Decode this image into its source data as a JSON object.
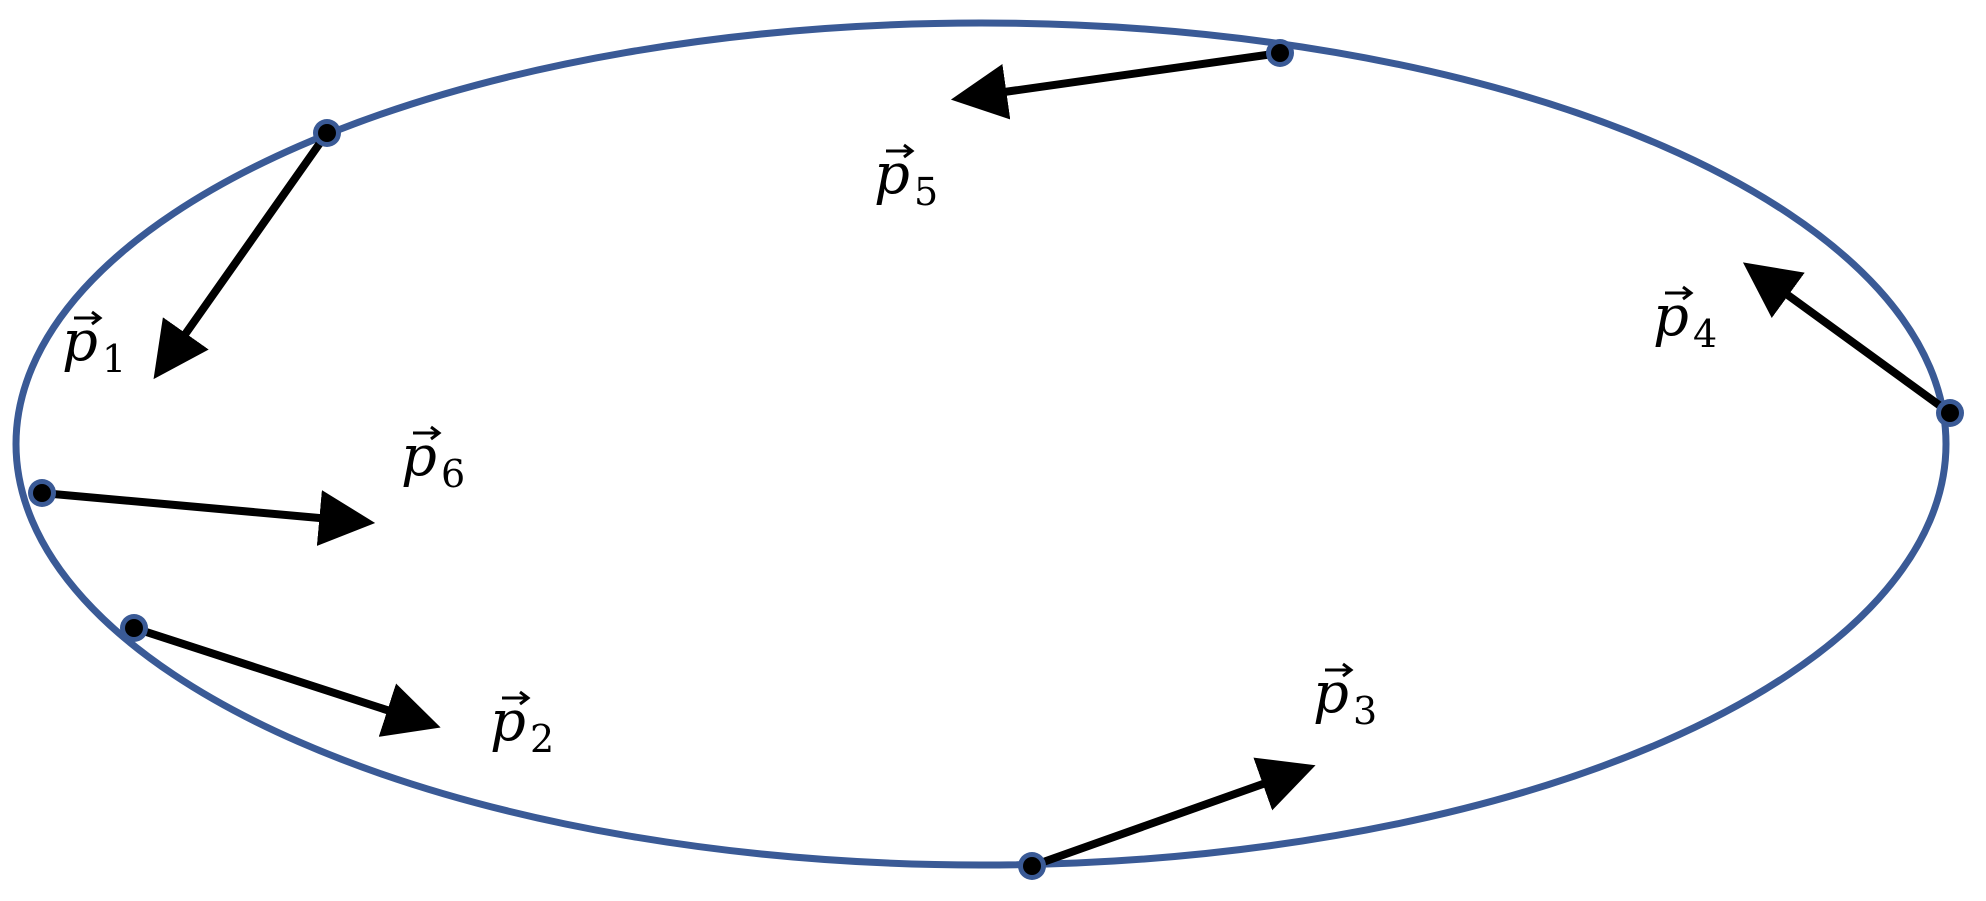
{
  "diagram": {
    "colors": {
      "ellipse_stroke": "#3a5a96",
      "arrow": "#000000",
      "point_fill": "#000000",
      "point_ring": "#3a5a96"
    },
    "vectors": [
      {
        "id": "p1",
        "symbol": "p",
        "subscript": "1"
      },
      {
        "id": "p2",
        "symbol": "p",
        "subscript": "2"
      },
      {
        "id": "p3",
        "symbol": "p",
        "subscript": "3"
      },
      {
        "id": "p4",
        "symbol": "p",
        "subscript": "4"
      },
      {
        "id": "p5",
        "symbol": "p",
        "subscript": "5"
      },
      {
        "id": "p6",
        "symbol": "p",
        "subscript": "6"
      }
    ]
  }
}
